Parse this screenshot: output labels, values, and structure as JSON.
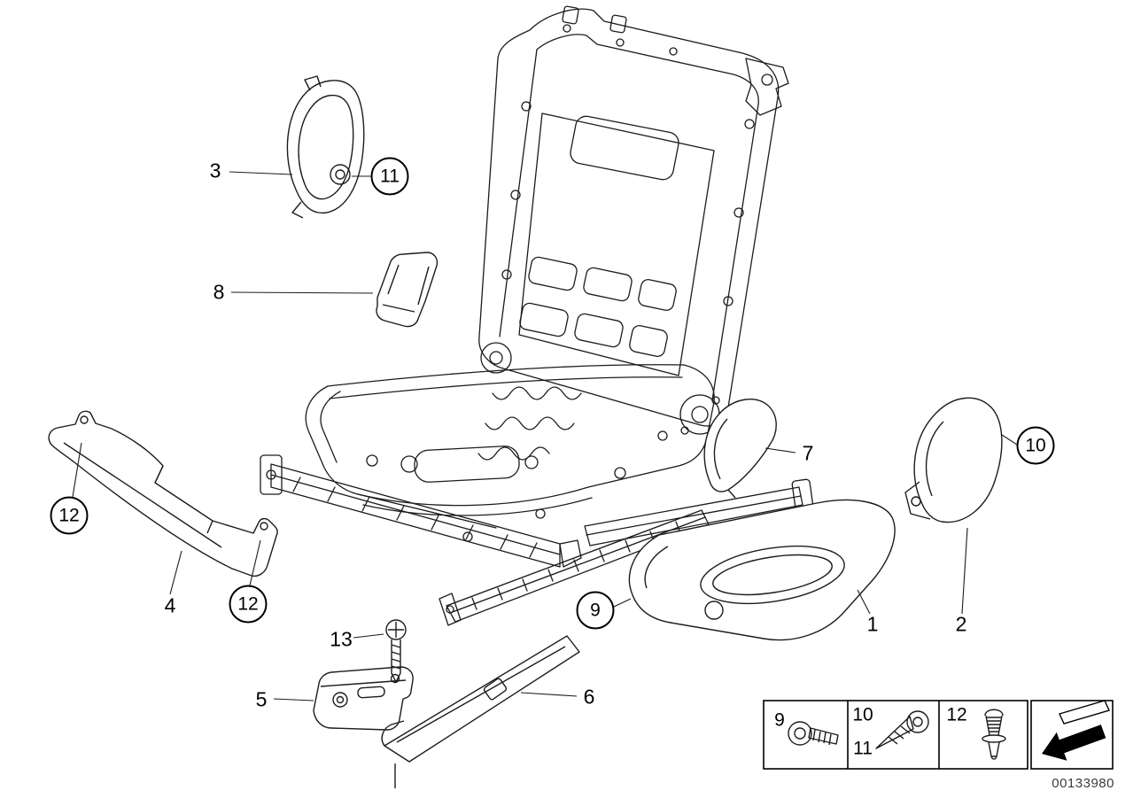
{
  "diagram": {
    "doc_number": "00133980",
    "colors": {
      "line": "#1c1c1c",
      "background": "#ffffff"
    },
    "callouts": [
      {
        "id": "3",
        "label": "3",
        "circled": false
      },
      {
        "id": "11",
        "label": "11",
        "circled": true
      },
      {
        "id": "8",
        "label": "8",
        "circled": false
      },
      {
        "id": "12a",
        "label": "12",
        "circled": true
      },
      {
        "id": "4",
        "label": "4",
        "circled": false
      },
      {
        "id": "12b",
        "label": "12",
        "circled": true
      },
      {
        "id": "13",
        "label": "13",
        "circled": false
      },
      {
        "id": "5",
        "label": "5",
        "circled": false
      },
      {
        "id": "6",
        "label": "6",
        "circled": false
      },
      {
        "id": "9",
        "label": "9",
        "circled": true
      },
      {
        "id": "1",
        "label": "1",
        "circled": false
      },
      {
        "id": "2",
        "label": "2",
        "circled": false
      },
      {
        "id": "7",
        "label": "7",
        "circled": false
      },
      {
        "id": "10",
        "label": "10",
        "circled": true
      }
    ],
    "legend": {
      "cells": [
        {
          "labels": [
            "9"
          ],
          "icon": "machine-screw-icon"
        },
        {
          "labels": [
            "10",
            "11"
          ],
          "icon": "tapping-screw-icon"
        },
        {
          "labels": [
            "12"
          ],
          "icon": "expanding-rivet-icon"
        }
      ]
    },
    "arrow": {
      "icon": "direction-arrow-icon"
    }
  }
}
